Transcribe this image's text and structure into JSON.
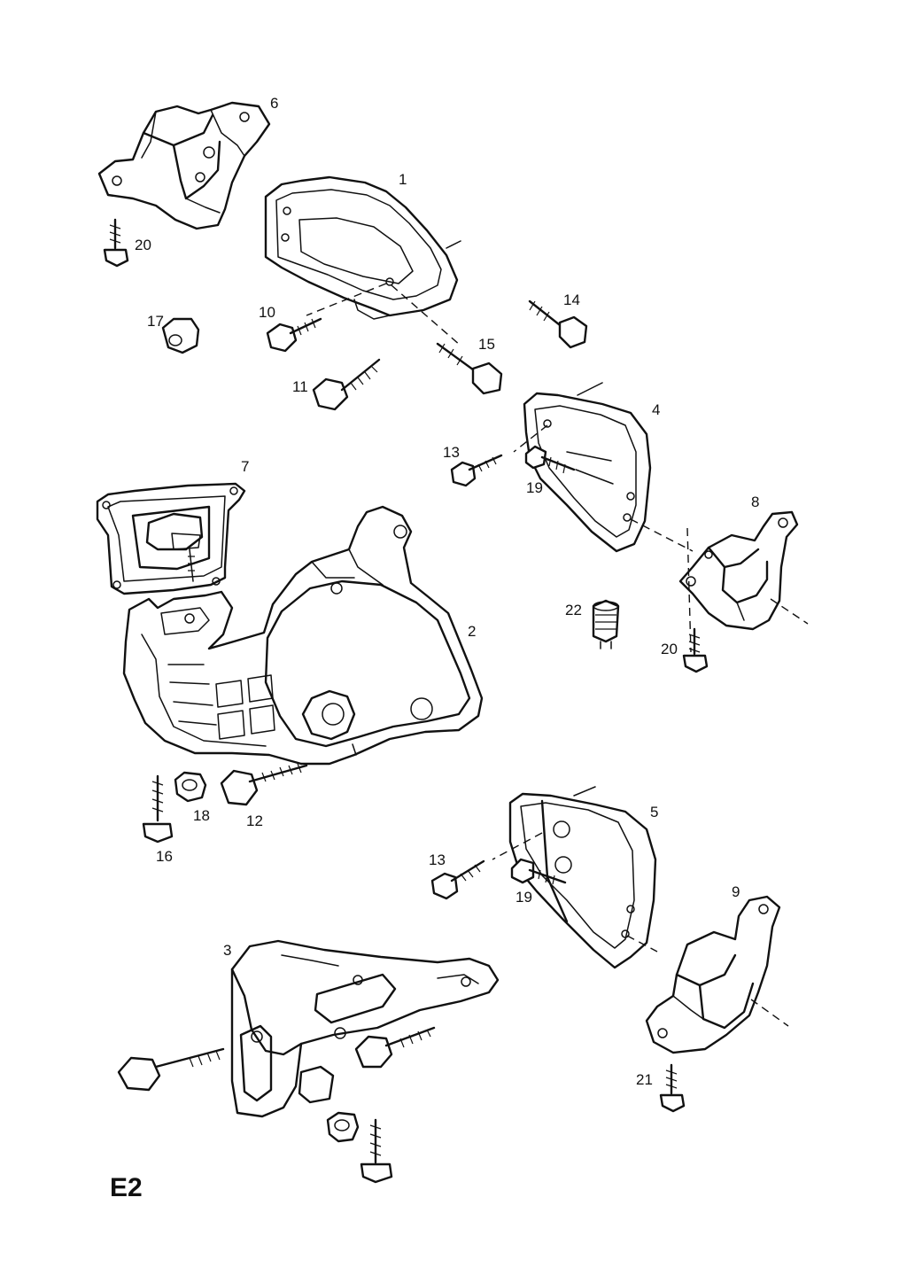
{
  "sheet": {
    "code": "E2"
  },
  "callouts": [
    {
      "id": "p1",
      "text": "1"
    },
    {
      "id": "p2",
      "text": "2"
    },
    {
      "id": "p3",
      "text": "3"
    },
    {
      "id": "p4",
      "text": "4"
    },
    {
      "id": "p5",
      "text": "5"
    },
    {
      "id": "p6",
      "text": "6"
    },
    {
      "id": "p7",
      "text": "7"
    },
    {
      "id": "p8",
      "text": "8"
    },
    {
      "id": "p9",
      "text": "9"
    },
    {
      "id": "p10",
      "text": "10"
    },
    {
      "id": "p11",
      "text": "11"
    },
    {
      "id": "p12",
      "text": "12"
    },
    {
      "id": "p13a",
      "text": "13"
    },
    {
      "id": "p13b",
      "text": "13"
    },
    {
      "id": "p14",
      "text": "14"
    },
    {
      "id": "p15",
      "text": "15"
    },
    {
      "id": "p16",
      "text": "16"
    },
    {
      "id": "p17",
      "text": "17"
    },
    {
      "id": "p18",
      "text": "18"
    },
    {
      "id": "p19a",
      "text": "19"
    },
    {
      "id": "p19b",
      "text": "19"
    },
    {
      "id": "p20a",
      "text": "20"
    },
    {
      "id": "p20b",
      "text": "20"
    },
    {
      "id": "p21",
      "text": "21"
    },
    {
      "id": "p22",
      "text": "22"
    }
  ]
}
